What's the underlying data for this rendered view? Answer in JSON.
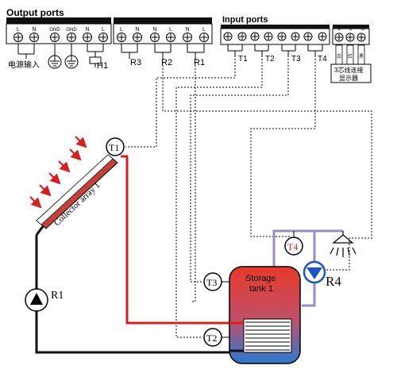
{
  "output_ports": {
    "title": "Output ports",
    "terminals": [
      "L",
      "N",
      "GND",
      "GND",
      "N",
      "L",
      "L",
      "N",
      "N",
      "L",
      "N",
      "L"
    ],
    "power_input_label": "电源输入",
    "h1_label": "H1",
    "relay_labels": [
      "R3",
      "R2",
      "R1"
    ]
  },
  "input_ports": {
    "title": "Input ports",
    "sensor_labels": [
      "T1",
      "T2",
      "T3",
      "T4"
    ],
    "display_terminals": [
      "1",
      "2",
      "3"
    ],
    "display_wire_text": [
      "白",
      "红",
      "黑"
    ],
    "display_label_lines": [
      "3芯线连接",
      "显示器"
    ]
  },
  "collector": {
    "label": "Collector array 1"
  },
  "tank": {
    "label_lines": [
      "Storage",
      "tank 1"
    ]
  },
  "sensors": {
    "t1": "T1",
    "t2": "T2",
    "t3": "T3",
    "t4": "T4"
  },
  "pumps": {
    "r1": "R1",
    "r4": "R4"
  },
  "colors": {
    "hot_line": "#d42020",
    "cold_line": "#111111",
    "circulation_line": "#9a8cc0",
    "pump_r4": "#1a56c8",
    "tank_top": "#e83a2a",
    "tank_bottom": "#2a7ad0",
    "sensor_t4_text": "#e02020"
  }
}
